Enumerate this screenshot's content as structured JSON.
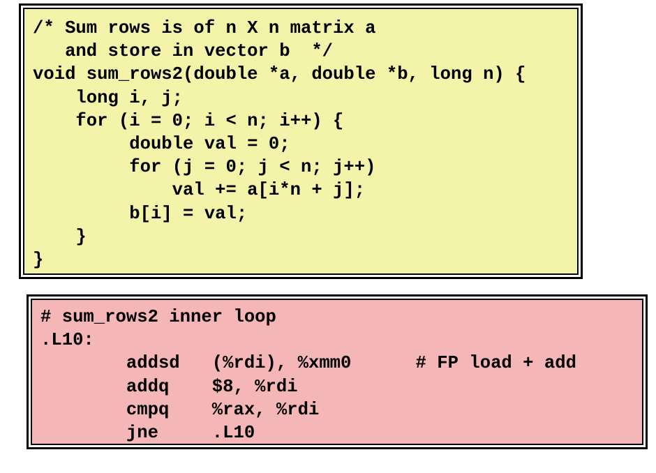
{
  "c_code": {
    "lines": [
      "/* Sum rows is of n X n matrix a",
      "   and store in vector b  */",
      "void sum_rows2(double *a, double *b, long n) {",
      "    long i, j;",
      "    for (i = 0; i < n; i++) {",
      "         double val = 0;",
      "         for (j = 0; j < n; j++)",
      "             val += a[i*n + j];",
      "         b[i] = val;",
      "    }",
      "}"
    ],
    "background_color": "#f3f3aa"
  },
  "asm_code": {
    "lines": [
      "# sum_rows2 inner loop",
      ".L10:",
      "        addsd   (%rdi), %xmm0      # FP load + add",
      "        addq    $8, %rdi",
      "        cmpq    %rax, %rdi",
      "        jne     .L10"
    ],
    "background_color": "#f4b6b7"
  }
}
